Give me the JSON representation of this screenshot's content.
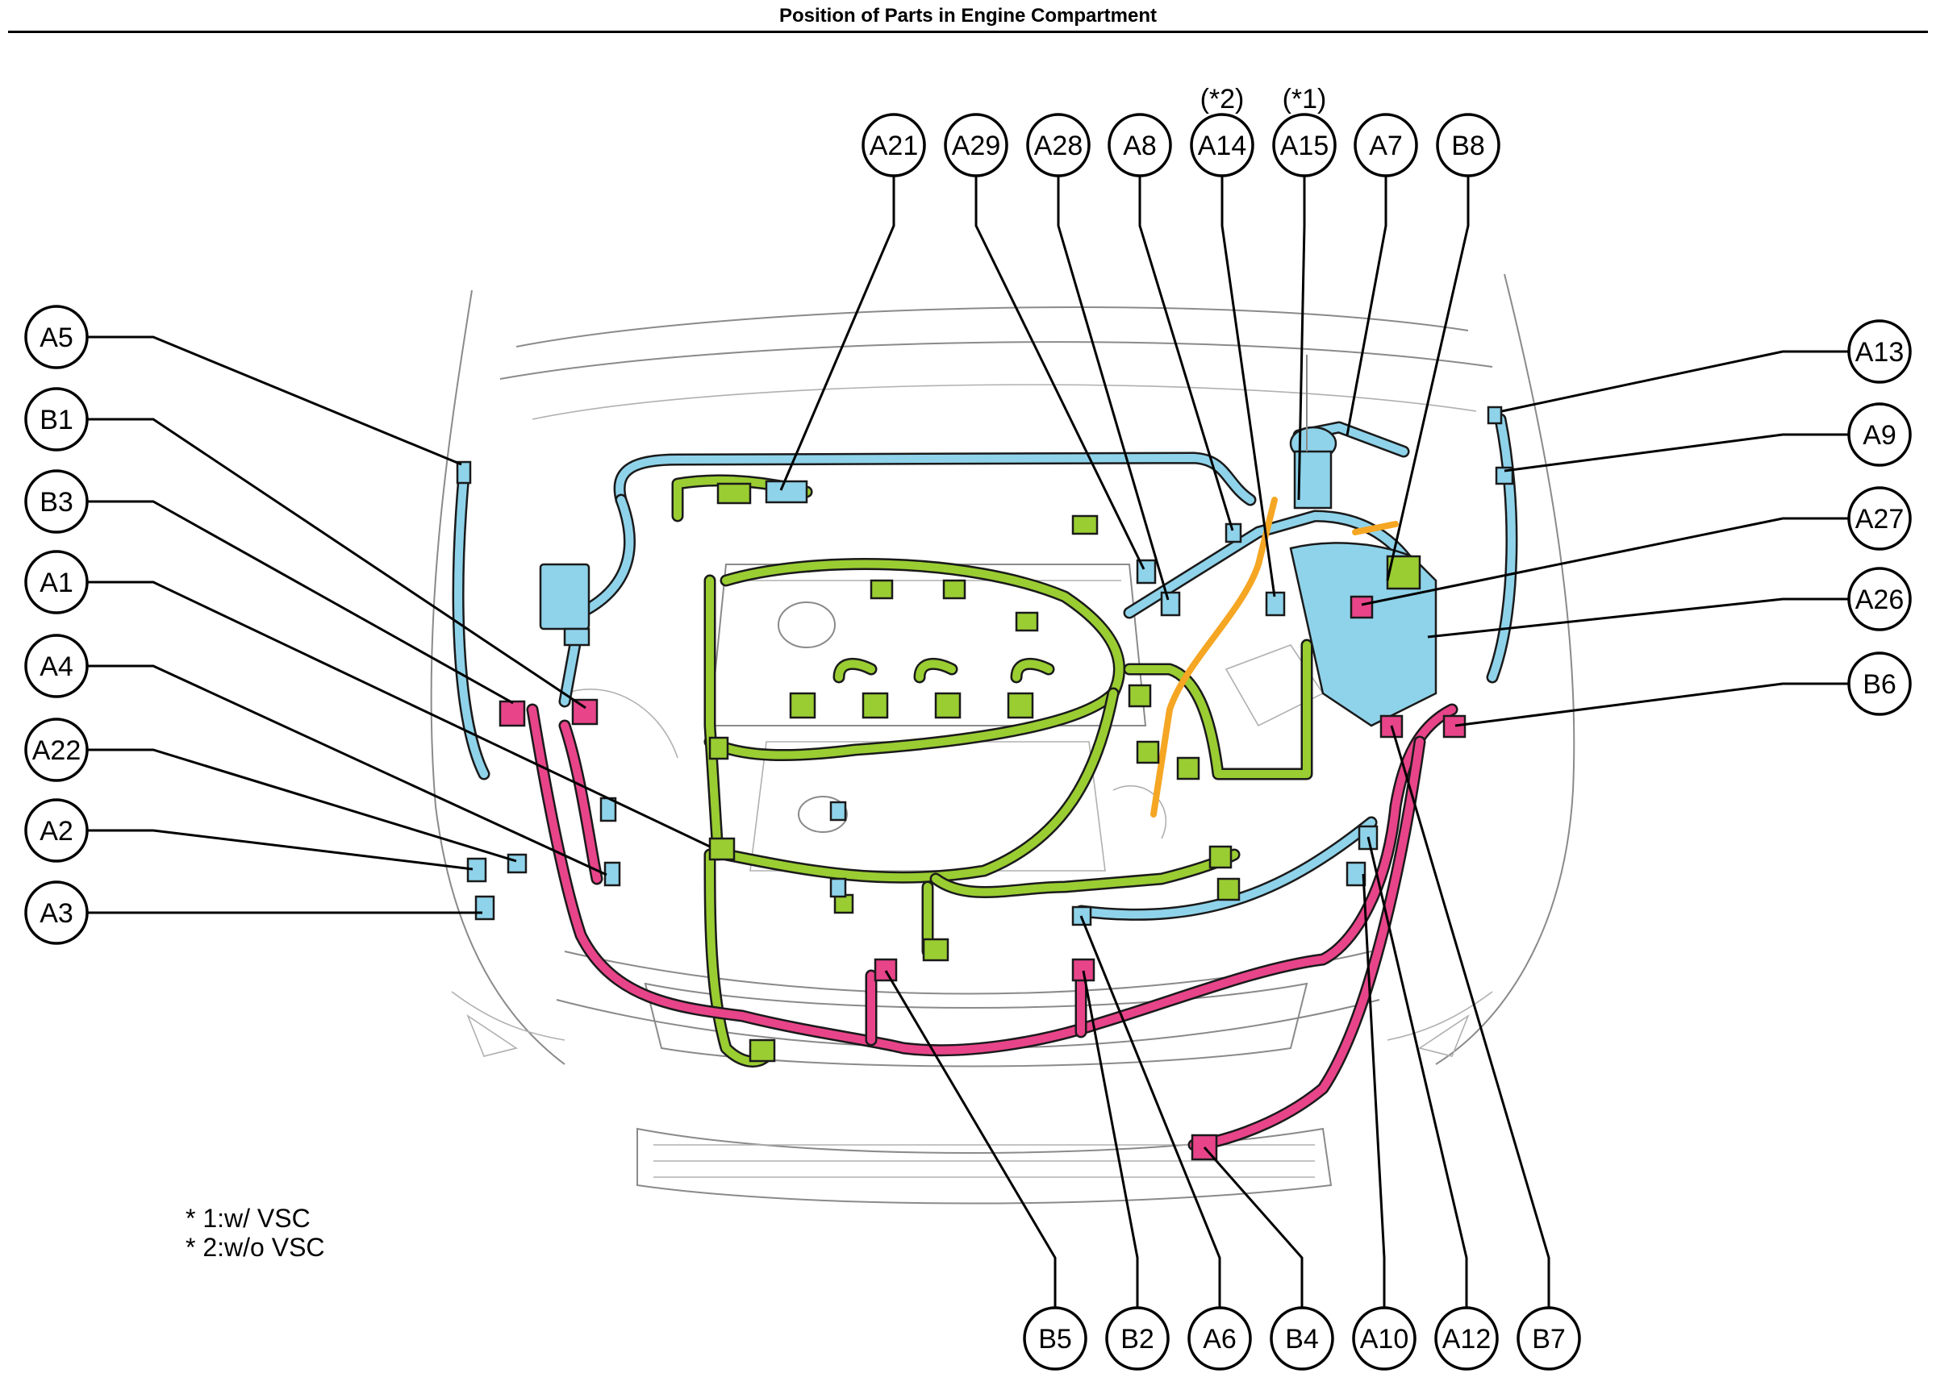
{
  "title": "Position of Parts in Engine Compartment",
  "notes": [
    "* 1:w/ VSC",
    "* 2:w/o VSC"
  ],
  "variant_marks": {
    "A14": "(*2)",
    "A15": "(*1)"
  },
  "callouts": {
    "top": [
      "A21",
      "A29",
      "A28",
      "A8",
      "A14",
      "A15",
      "A7",
      "B8"
    ],
    "left": [
      "A5",
      "B1",
      "B3",
      "A1",
      "A4",
      "A22",
      "A2",
      "A3"
    ],
    "right": [
      "A13",
      "A9",
      "A27",
      "A26",
      "B6"
    ],
    "bottom": [
      "B5",
      "B2",
      "A6",
      "B4",
      "A10",
      "A12",
      "B7"
    ]
  },
  "harness_colors": {
    "engine_wire": "#9acd32",
    "engine_room_main_wire": "#8fd3ea",
    "engine_room_no2_wire": "#e8448a",
    "sensor_lead": "#f5a623",
    "connector_outline": "#1a1a1a"
  }
}
